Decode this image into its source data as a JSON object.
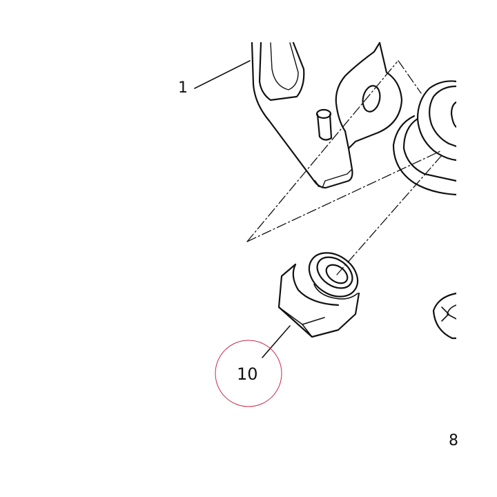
{
  "callouts": {
    "part_1": "1",
    "part_10": "10",
    "part_8": "8"
  },
  "colors": {
    "line": "#111111",
    "highlight_circle": "#c8284a",
    "background": "#ffffff"
  }
}
